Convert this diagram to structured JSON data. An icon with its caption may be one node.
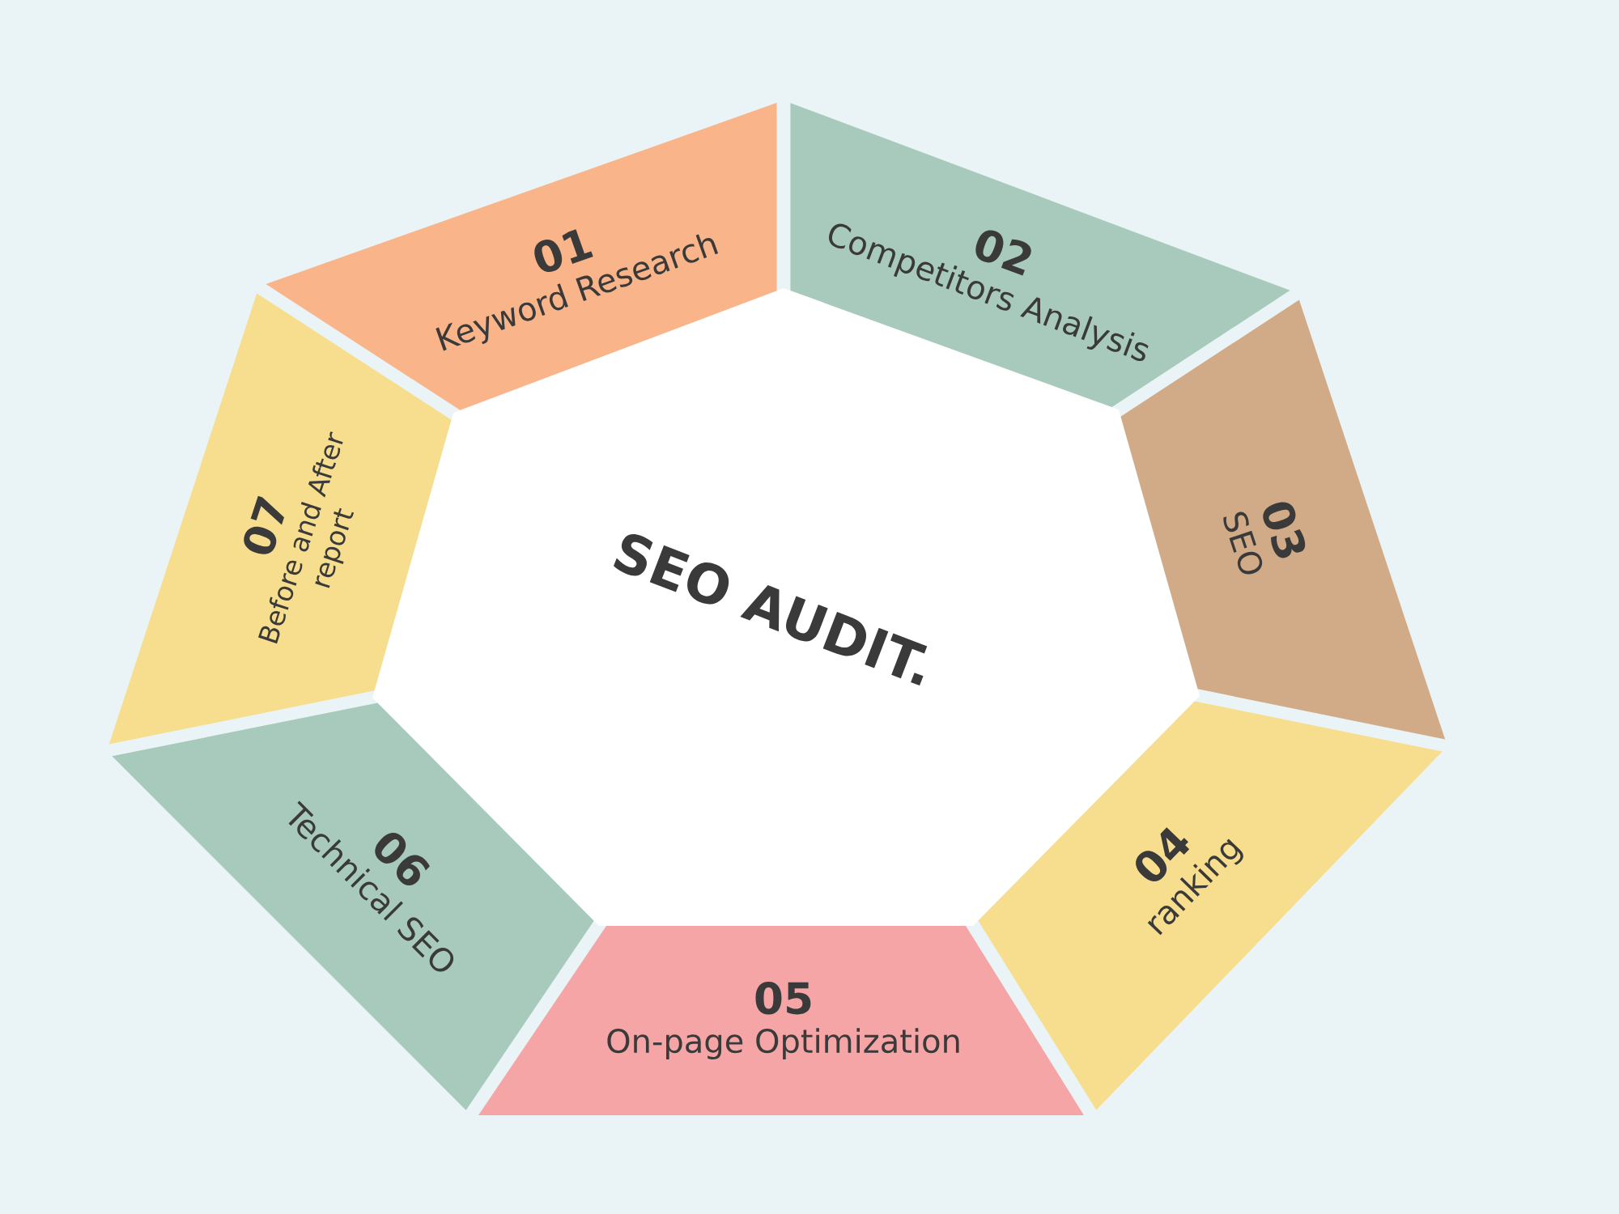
{
  "diagram": {
    "nodes": [
      {
        "text": [
          "SEO AUDIT."
        ]
      },
      {
        "text": [
          "01",
          "Keyword Research"
        ]
      },
      {
        "text": [
          "02",
          "Competitors Analysis"
        ]
      },
      {
        "text": [
          "03",
          "SEO"
        ]
      },
      {
        "text": [
          "04",
          "ranking"
        ]
      },
      {
        "text": [
          "05",
          "On-page Optimization"
        ]
      },
      {
        "text": [
          "06",
          "Technical SEO"
        ]
      },
      {
        "text": [
          "07",
          "Before and After report"
        ]
      }
    ]
  }
}
